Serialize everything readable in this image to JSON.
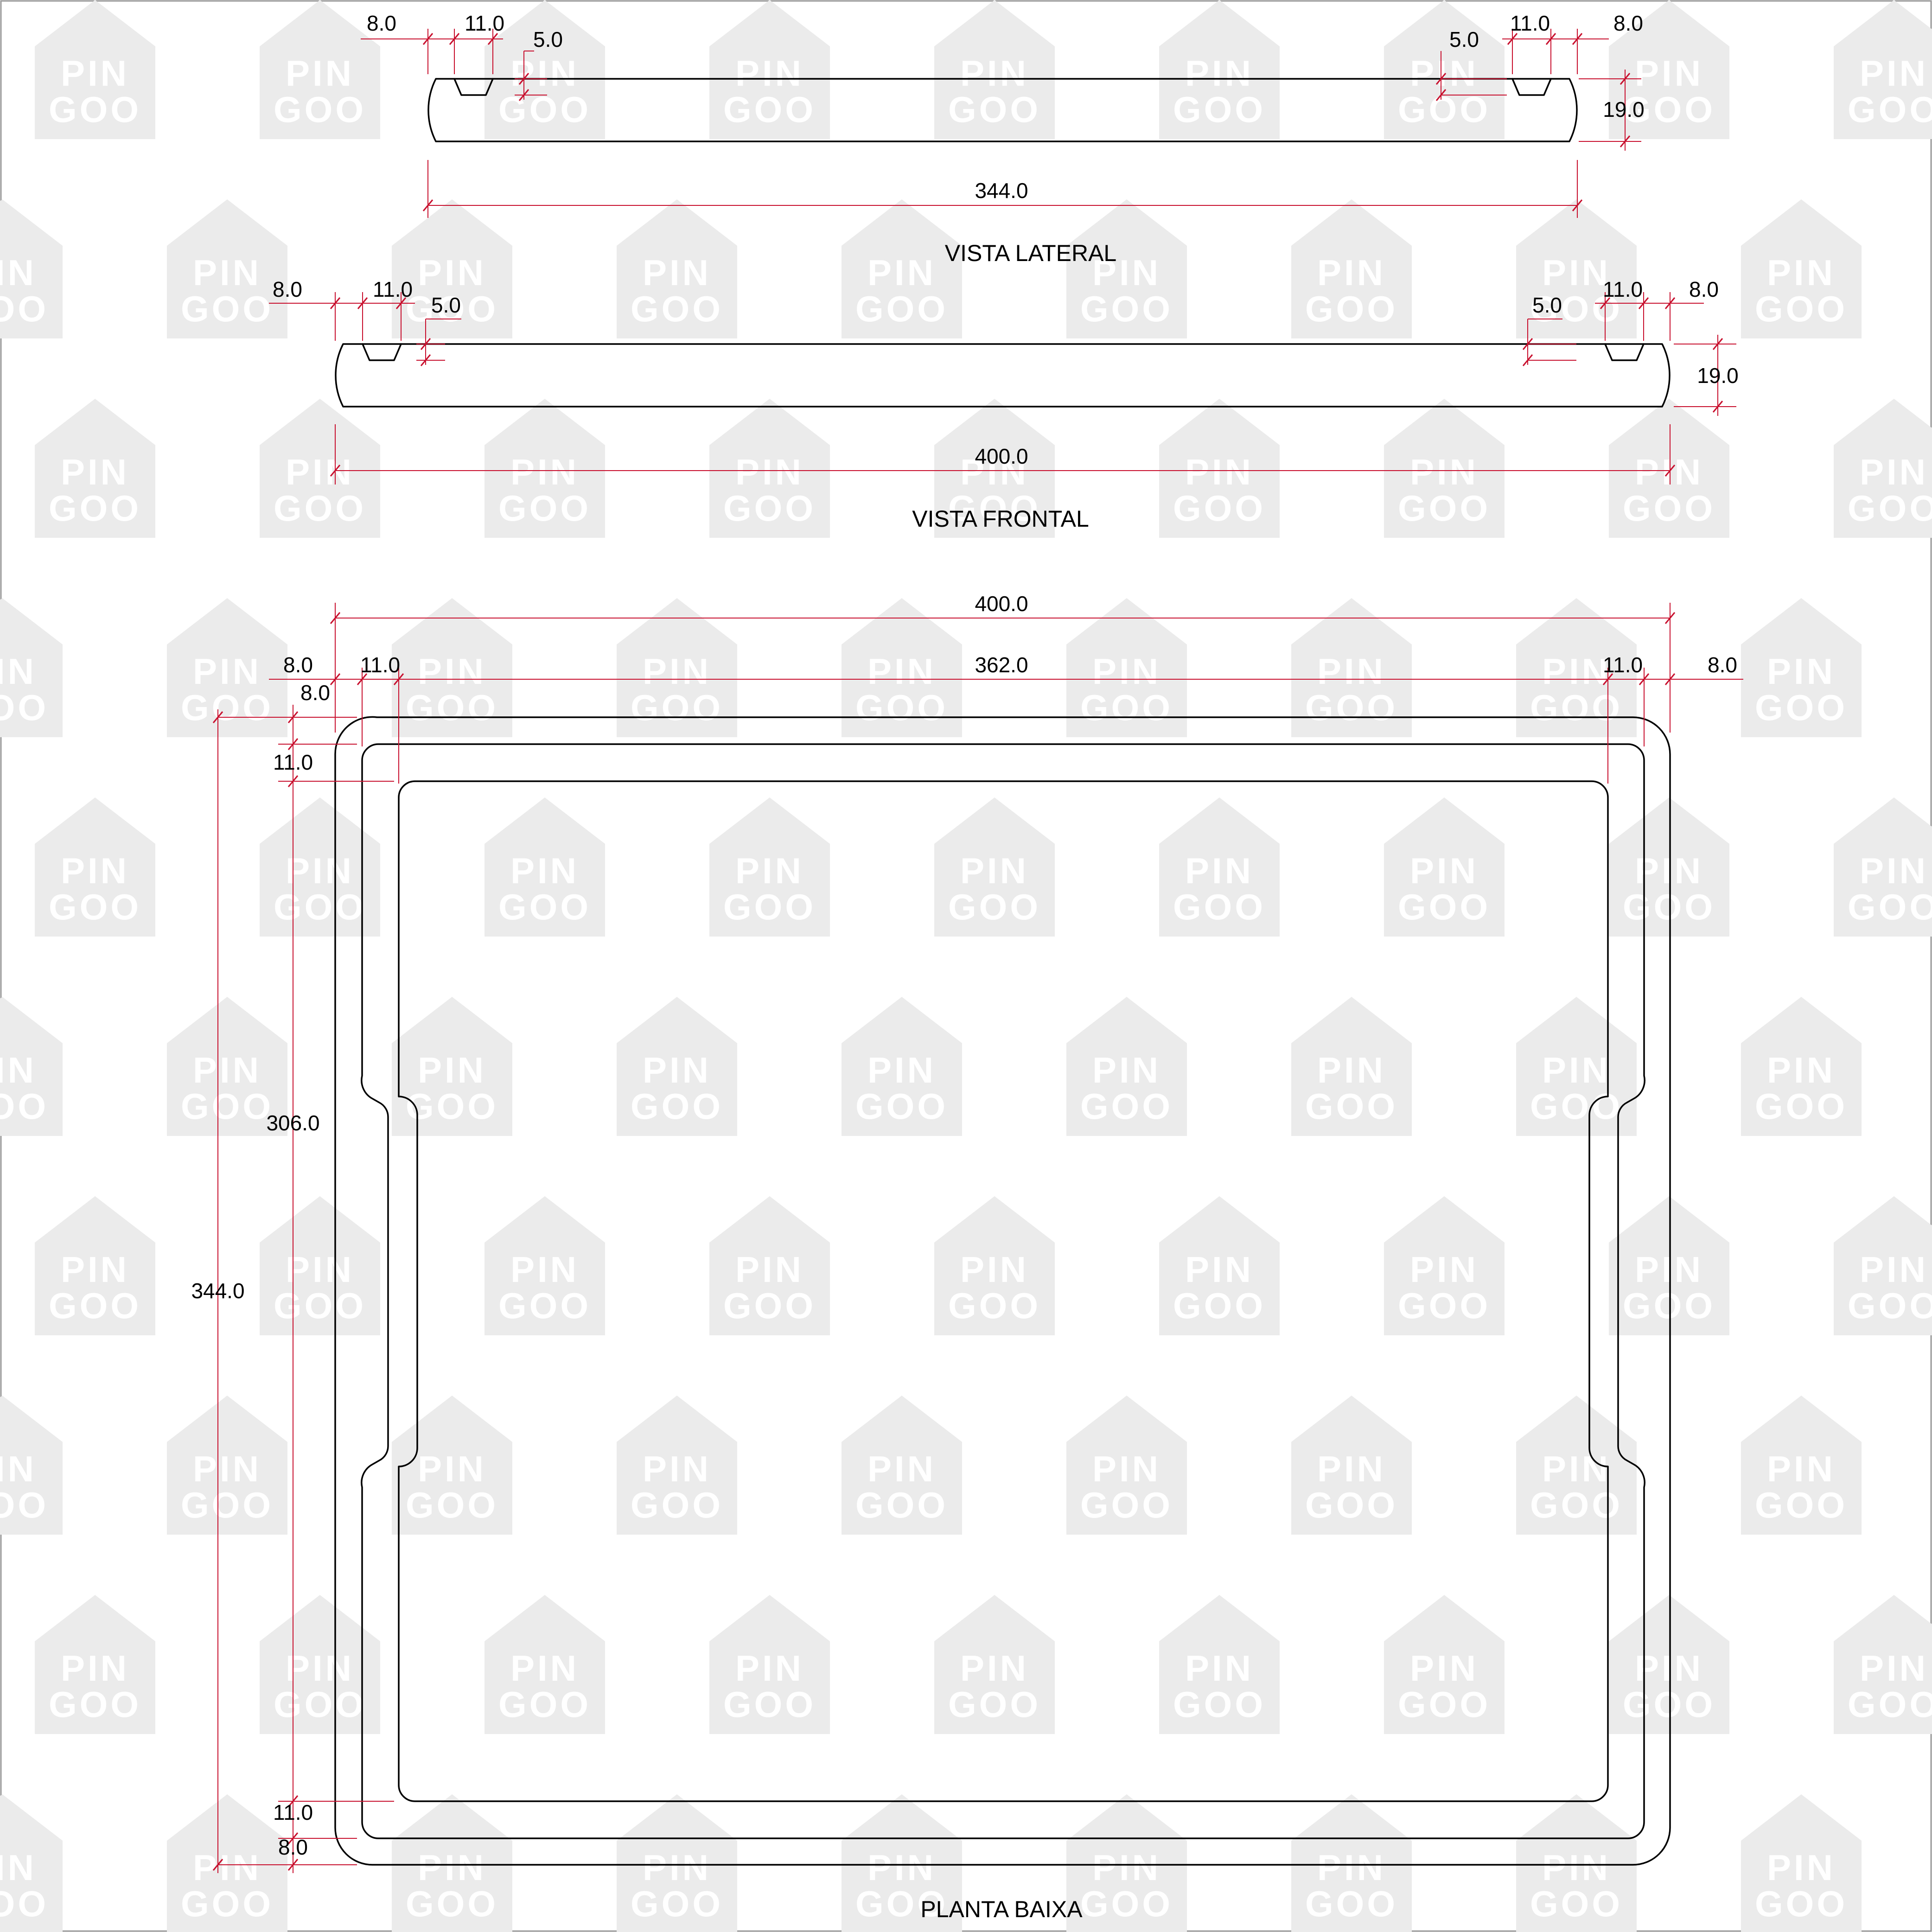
{
  "watermark": {
    "line1": "PIN",
    "line2": "GOO",
    "color": "#ebebeb"
  },
  "colors": {
    "outline": "#000000",
    "dimension": "#c8102e",
    "background": "#ffffff"
  },
  "views": {
    "lateral": {
      "title": "VISTA LATERAL",
      "dims": {
        "left_edge": "8.0",
        "left_groove": "11.0",
        "left_depth": "5.0",
        "right_depth": "5.0",
        "right_groove": "11.0",
        "right_edge": "8.0",
        "height": "19.0",
        "length": "344.0"
      }
    },
    "frontal": {
      "title": "VISTA FRONTAL",
      "dims": {
        "left_edge": "8.0",
        "left_groove": "11.0",
        "left_depth": "5.0",
        "right_depth": "5.0",
        "right_groove": "11.0",
        "right_edge": "8.0",
        "height": "19.0",
        "length": "400.0"
      }
    },
    "plan": {
      "title": "PLANTA BAIXA",
      "dims": {
        "total_width": "400.0",
        "inner_width": "362.0",
        "left_edge": "8.0",
        "left_groove": "11.0",
        "right_groove": "11.0",
        "right_edge": "8.0",
        "top_edge": "8.0",
        "top_groove": "11.0",
        "inner_height": "306.0",
        "total_height": "344.0",
        "bottom_groove": "11.0",
        "bottom_edge": "8.0"
      }
    }
  }
}
